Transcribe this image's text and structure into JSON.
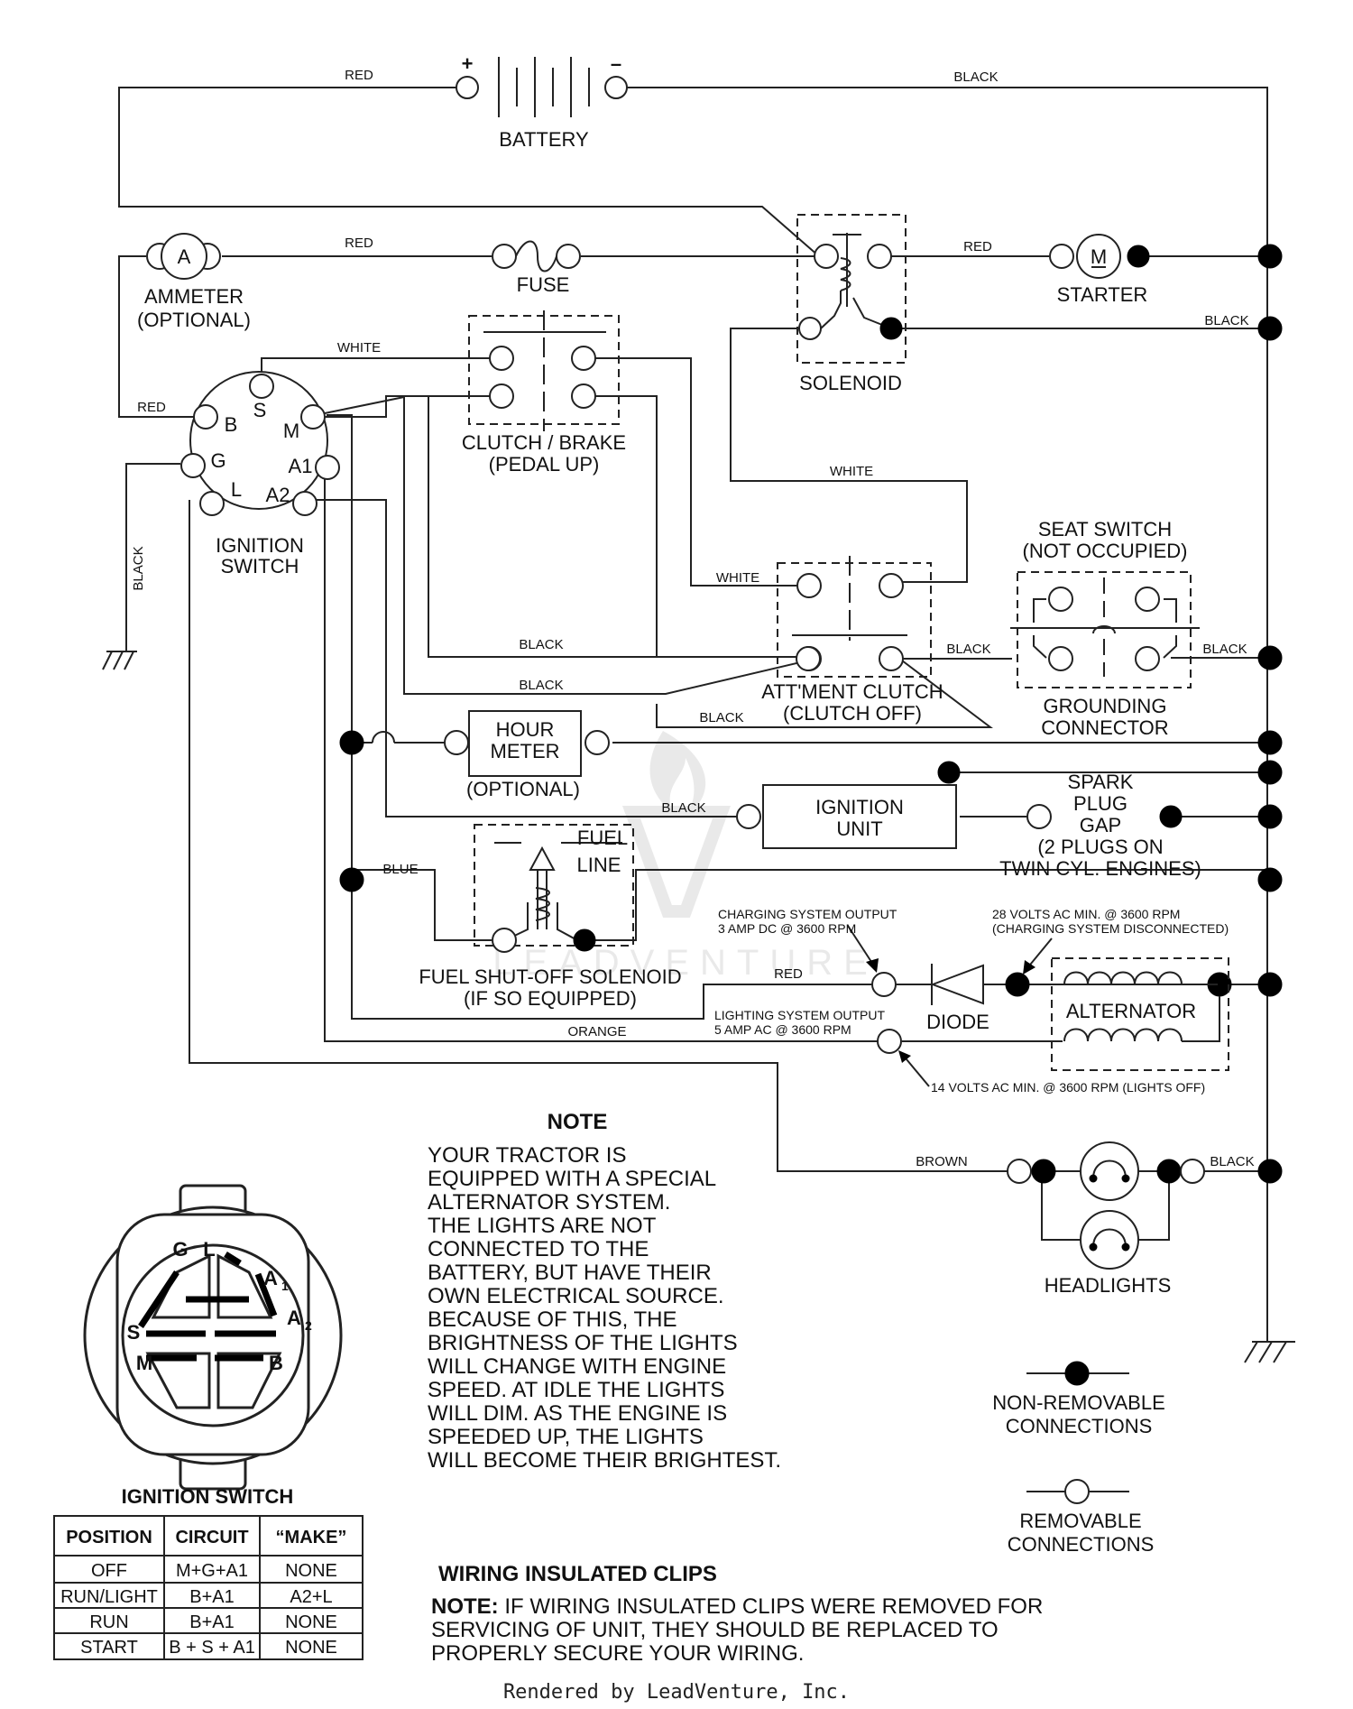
{
  "components": {
    "battery": "BATTERY",
    "battery_plus": "+",
    "battery_minus": "–",
    "fuse": "FUSE",
    "ammeter_symbol": "A",
    "ammeter": "AMMETER",
    "ammeter_optional": "(OPTIONAL)",
    "starter_symbol": "M",
    "starter": "STARTER",
    "solenoid": "SOLENOID",
    "clutch_brake_1": "CLUTCH / BRAKE",
    "clutch_brake_2": "(PEDAL UP)",
    "ignition_switch_1": "IGNITION",
    "ignition_switch_2": "SWITCH",
    "seat_switch_1": "SEAT SWITCH",
    "seat_switch_2": "(NOT OCCUPIED)",
    "attment_clutch_1": "ATT'MENT CLUTCH",
    "attment_clutch_2": "(CLUTCH OFF)",
    "grounding_connector_1": "GROUNDING",
    "grounding_connector_2": "CONNECTOR",
    "hour_meter_1": "HOUR",
    "hour_meter_2": "METER",
    "hour_meter_optional": "(OPTIONAL)",
    "ignition_unit_1": "IGNITION",
    "ignition_unit_2": "UNIT",
    "spark_plug_1": "SPARK",
    "spark_plug_2": "PLUG",
    "spark_plug_3": "GAP",
    "spark_plug_4": "(2 PLUGS ON",
    "spark_plug_5": "TWIN CYL. ENGINES)",
    "fuel_line_1": "FUEL",
    "fuel_line_2": "LINE",
    "fuel_solenoid_1": "FUEL SHUT-OFF SOLENOID",
    "fuel_solenoid_2": "(IF SO EQUIPPED)",
    "diode": "DIODE",
    "alternator": "ALTERNATOR",
    "headlights": "HEADLIGHTS",
    "charging_output_1": "CHARGING SYSTEM OUTPUT",
    "charging_output_2": "3 AMP DC @ 3600 RPM",
    "volts28_1": "28 VOLTS AC MIN. @ 3600 RPM",
    "volts28_2": "(CHARGING SYSTEM DISCONNECTED)",
    "lighting_output_1": "LIGHTING SYSTEM OUTPUT",
    "lighting_output_2": "5 AMP AC @ 3600 RPM",
    "volts14": "14 VOLTS AC MIN. @ 3600 RPM (LIGHTS OFF)"
  },
  "terminals": {
    "B": "B",
    "S": "S",
    "M": "M",
    "G": "G",
    "L": "L",
    "A1": "A1",
    "A2": "A2"
  },
  "connector_face": {
    "G": "G",
    "L": "L",
    "A": "A",
    "sub1": "1",
    "sub2": "2",
    "S": "S",
    "M": "M",
    "B": "B"
  },
  "wires": {
    "red": "RED",
    "black": "BLACK",
    "white": "WHITE",
    "blue": "BLUE",
    "orange": "ORANGE",
    "brown": "BROWN"
  },
  "note": {
    "title": "NOTE",
    "lines": [
      "YOUR TRACTOR IS",
      "EQUIPPED WITH A SPECIAL",
      "ALTERNATOR SYSTEM.",
      "THE LIGHTS ARE NOT",
      "CONNECTED TO THE",
      "BATTERY, BUT HAVE THEIR",
      "OWN ELECTRICAL SOURCE.",
      "BECAUSE OF THIS, THE",
      "BRIGHTNESS OF THE LIGHTS",
      "WILL CHANGE WITH ENGINE",
      "SPEED.  AT IDLE THE LIGHTS",
      "WILL DIM.  AS THE ENGINE IS",
      "SPEEDED UP, THE LIGHTS",
      "WILL BECOME THEIR BRIGHTEST."
    ]
  },
  "legend": {
    "non_removable_1": "NON-REMOVABLE",
    "non_removable_2": "CONNECTIONS",
    "removable_1": "REMOVABLE",
    "removable_2": "CONNECTIONS"
  },
  "ignition_table": {
    "title": "IGNITION SWITCH",
    "headers": [
      "POSITION",
      "CIRCUIT",
      "“MAKE”"
    ],
    "rows": [
      [
        "OFF",
        "M+G+A1",
        "NONE"
      ],
      [
        "RUN/LIGHT",
        "B+A1",
        "A2+L"
      ],
      [
        "RUN",
        "B+A1",
        "NONE"
      ],
      [
        "START",
        "B + S + A1",
        "NONE"
      ]
    ]
  },
  "clips": {
    "title": "WIRING INSULATED CLIPS",
    "note_bold": "NOTE:",
    "line1": " IF WIRING INSULATED CLIPS WERE REMOVED FOR",
    "line2": "SERVICING OF UNIT, THEY SHOULD BE REPLACED TO",
    "line3": "PROPERLY SECURE YOUR WIRING."
  },
  "watermark": "LEADVENTURE",
  "footer": "Rendered by LeadVenture, Inc."
}
